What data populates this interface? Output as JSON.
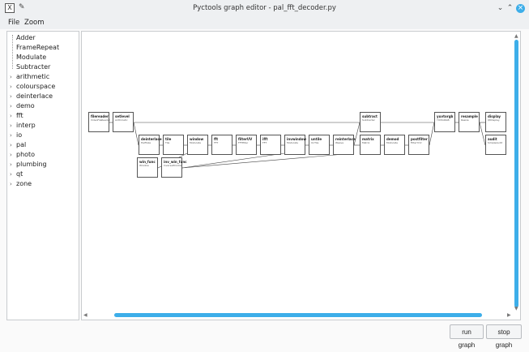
{
  "window": {
    "title": "Pyctools graph editor - pal_fft_decoder.py",
    "app_icon": "X",
    "pin_icon": "pin-icon"
  },
  "menu": [
    "File",
    "Zoom"
  ],
  "sidebar": {
    "items": [
      {
        "label": "Adder",
        "expandable": false
      },
      {
        "label": "FrameRepeat",
        "expandable": false
      },
      {
        "label": "Modulate",
        "expandable": false
      },
      {
        "label": "Subtracter",
        "expandable": false
      },
      {
        "label": "arithmetic",
        "expandable": true
      },
      {
        "label": "colourspace",
        "expandable": true
      },
      {
        "label": "deinterlace",
        "expandable": true
      },
      {
        "label": "demo",
        "expandable": true
      },
      {
        "label": "fft",
        "expandable": true
      },
      {
        "label": "interp",
        "expandable": true
      },
      {
        "label": "io",
        "expandable": true
      },
      {
        "label": "pal",
        "expandable": true
      },
      {
        "label": "photo",
        "expandable": true
      },
      {
        "label": "plumbing",
        "expandable": true
      },
      {
        "label": "qt",
        "expandable": true
      },
      {
        "label": "zone",
        "expandable": true
      }
    ]
  },
  "graph": {
    "nodes": [
      {
        "name": "filereader",
        "cls": "VideoFileReader"
      },
      {
        "name": "setlevel",
        "cls": "Arithmetic"
      },
      {
        "name": "deinterlace",
        "cls": "HalfSize"
      },
      {
        "name": "tile",
        "cls": "Tile"
      },
      {
        "name": "window",
        "cls": "Modulate"
      },
      {
        "name": "fft",
        "cls": "FFT"
      },
      {
        "name": "filterUV",
        "cls": "FFTfilter"
      },
      {
        "name": "ifft",
        "cls": "FFT"
      },
      {
        "name": "invwindow",
        "cls": "Modulate"
      },
      {
        "name": "untile",
        "cls": "UnTile"
      },
      {
        "name": "reinterlace",
        "cls": "Weave"
      },
      {
        "name": "subtract",
        "cls": "Subtracter"
      },
      {
        "name": "matrix",
        "cls": "Matrix"
      },
      {
        "name": "demod",
        "cls": "Modulate"
      },
      {
        "name": "postfilter",
        "cls": "FilterYUV"
      },
      {
        "name": "yuvtorgb",
        "cls": "YUVtoRGB"
      },
      {
        "name": "resample",
        "cls": "Resize"
      },
      {
        "name": "display",
        "cls": "QtDisplay"
      },
      {
        "name": "audit",
        "cls": "SimpleAudit"
      },
      {
        "name": "win_func",
        "cls": "Window"
      },
      {
        "name": "inv_win_func",
        "cls": "InverseWindow"
      }
    ]
  },
  "buttons": {
    "run_graph": "run graph",
    "stop_graph": "stop graph"
  }
}
